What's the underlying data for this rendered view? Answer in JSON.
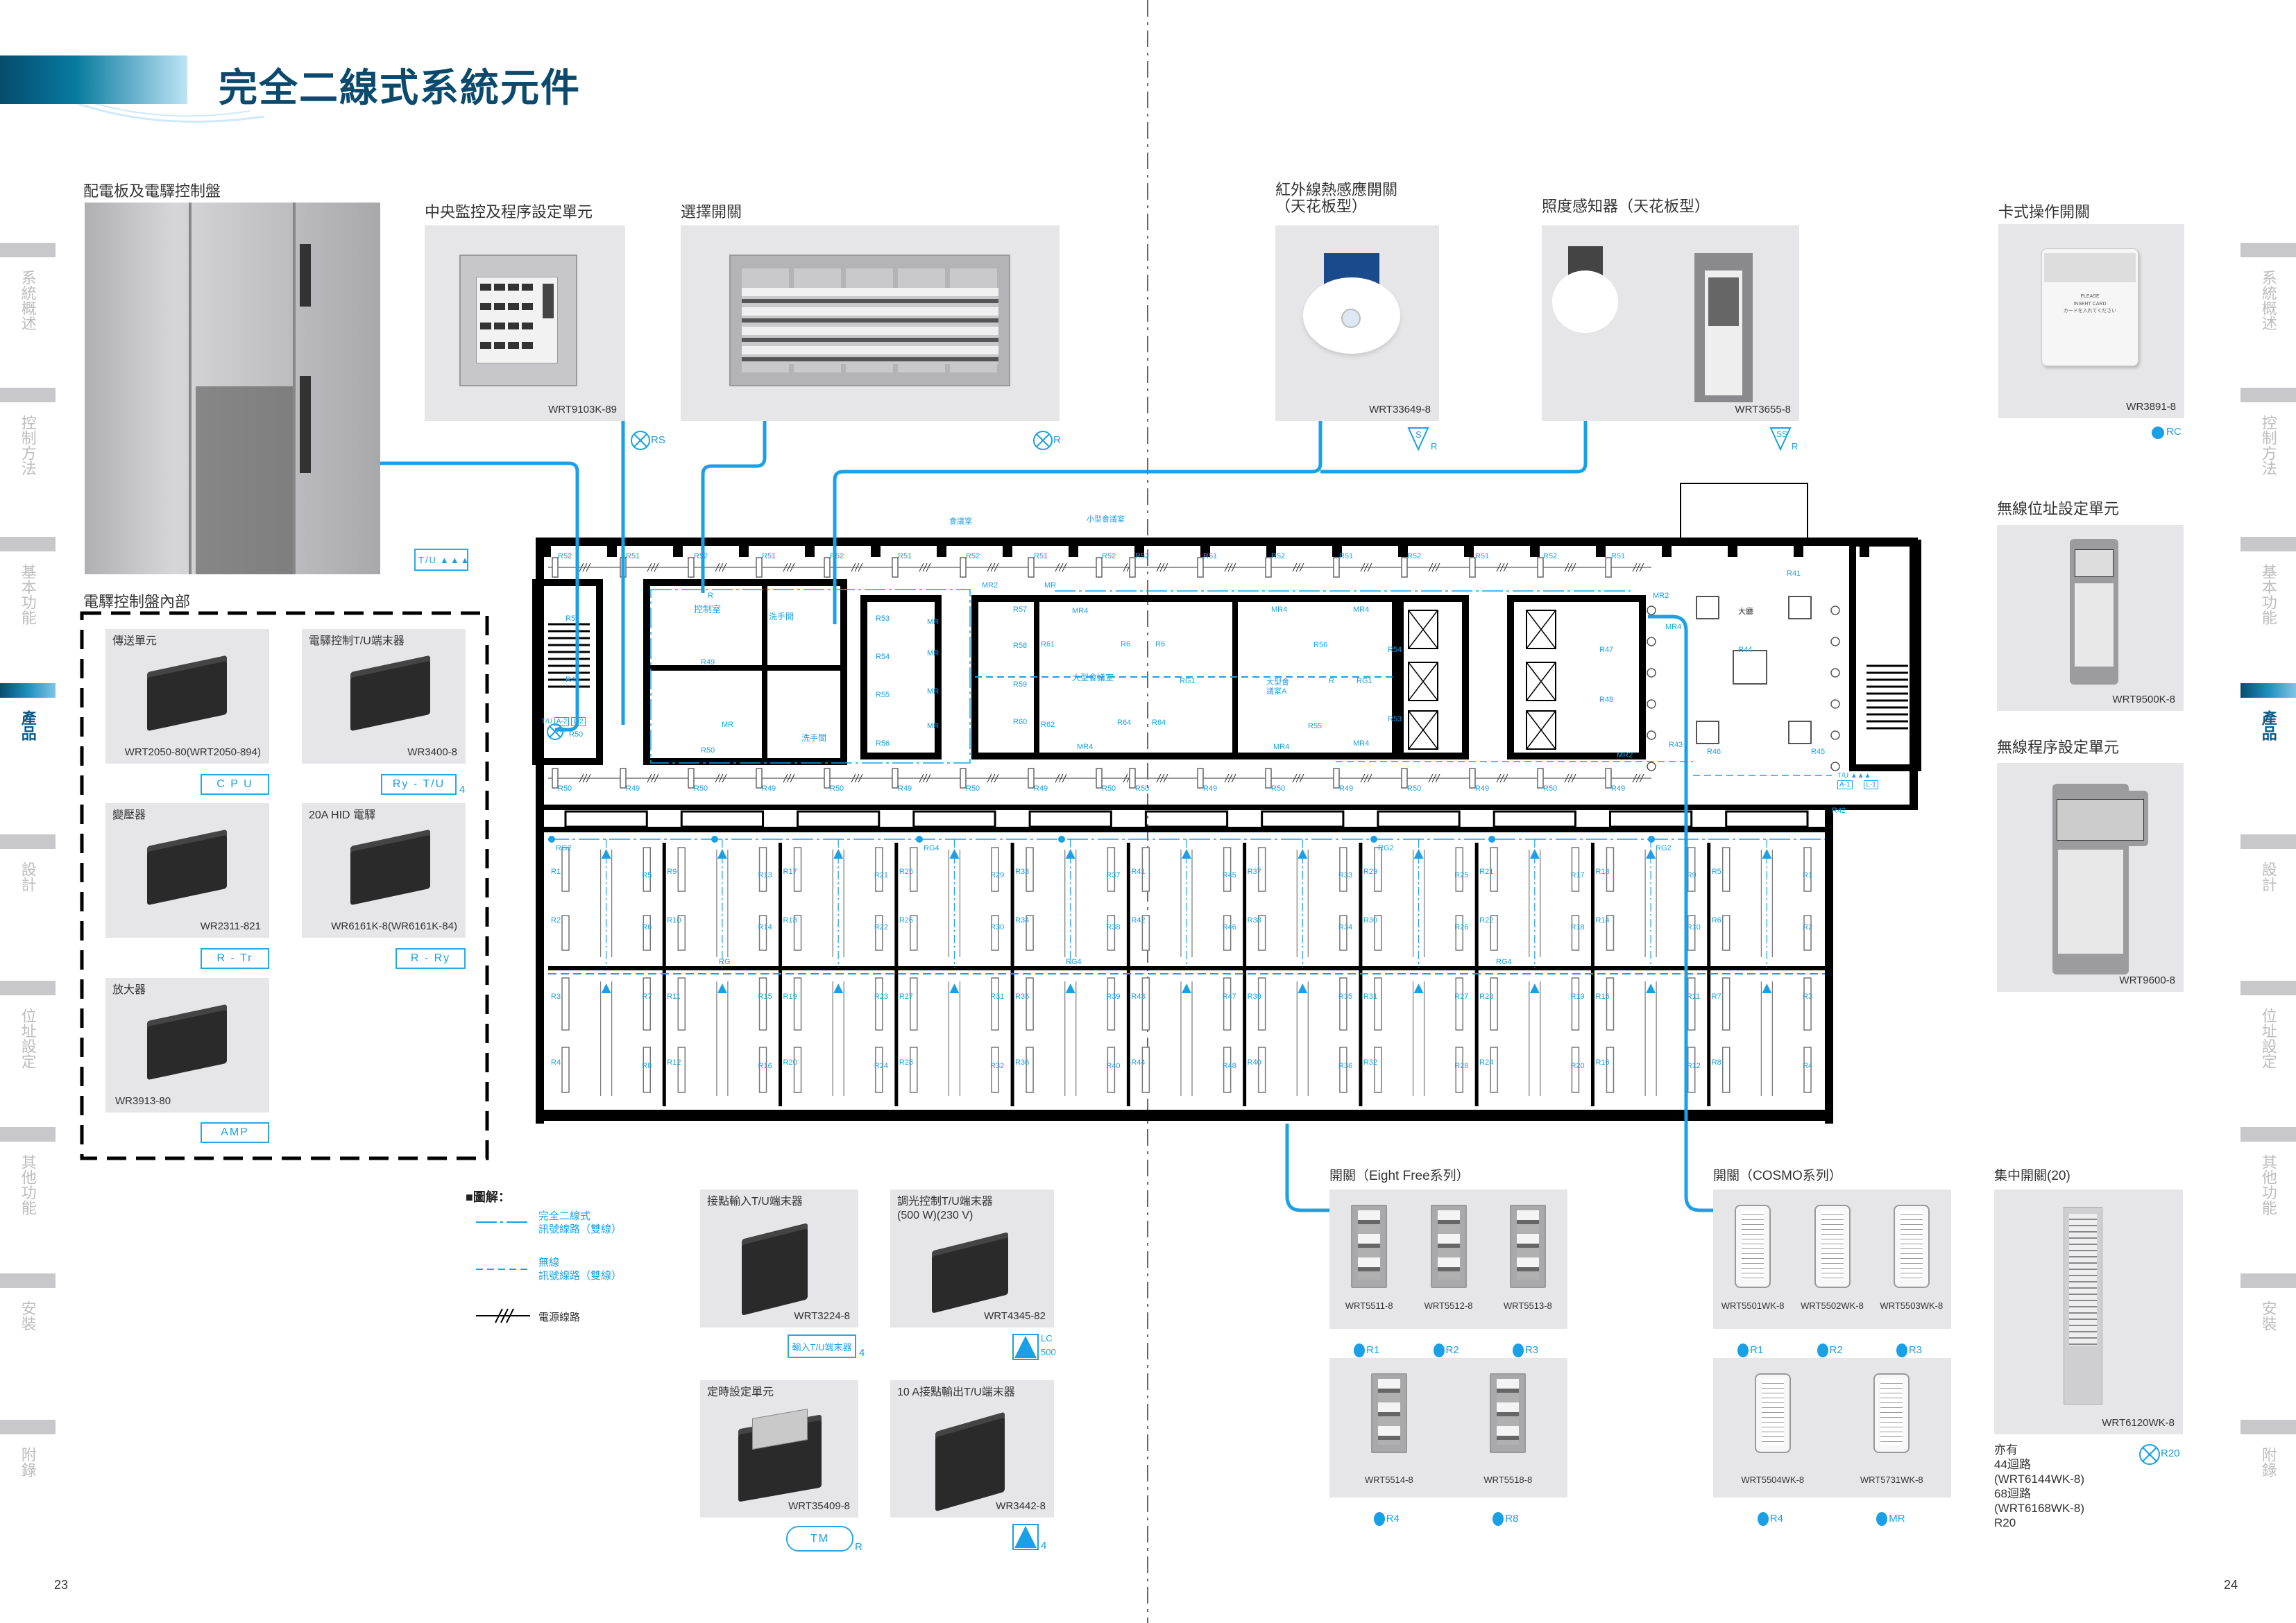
{
  "page": {
    "title": "完全二線式系統元件",
    "page_left": "23",
    "page_right": "24"
  },
  "side_tabs": [
    "系統概述",
    "控制方法",
    "基本功能",
    "產品",
    "設計",
    "位址設定",
    "其他功能",
    "安裝",
    "附錄"
  ],
  "active_tab": "產品",
  "colors": {
    "accent": "#1aa0e6",
    "title": "#0b4a6c",
    "photo_bg": "#e6e6e8"
  },
  "panel": {
    "label": "配電板及電驛控制盤",
    "badge": "T/U"
  },
  "central": {
    "label": "中央監控及程序設定單元",
    "model": "WRT9103K-89",
    "symbol": "RS"
  },
  "selector": {
    "label": "選擇開關",
    "symbol": "R"
  },
  "infrared": {
    "label": "紅外線熱感應開關",
    "label2": "（天花板型）",
    "model": "WRT33649-8",
    "symbol": "S",
    "symbol_sub": "R"
  },
  "lux": {
    "label": "照度感知器（天花板型）",
    "model": "WRT3655-8",
    "symbol": "SS",
    "symbol_sub": "R"
  },
  "card": {
    "label": "卡式操作開關",
    "model": "WR3891-8",
    "symbol": "RC",
    "card_text": [
      "PLEASE",
      "INSERT CARD",
      "カードを入れてください"
    ]
  },
  "wireless_addr": {
    "label": "無線位址設定單元",
    "model": "WRT9500K-8"
  },
  "wireless_prog": {
    "label": "無線程序設定單元",
    "model": "WRT9600-8"
  },
  "relay_panel": {
    "label": "電驛控制盤內部",
    "items": [
      {
        "name": "傳送單元",
        "model": "WRT2050-80(WRT2050-894)",
        "tag": "C P U"
      },
      {
        "name": "電驛控制T/U端末器",
        "model": "WR3400-8",
        "tag": "Ry - T/U",
        "count": "4"
      },
      {
        "name": "變壓器",
        "model": "WR2311-821",
        "tag": "R - Tr"
      },
      {
        "name": "20A HID 電驛",
        "model": "WR6161K-8(WR6161K-84)",
        "tag": "R - Ry"
      },
      {
        "name": "放大器",
        "model": "WR3913-80",
        "tag": "AMP"
      }
    ]
  },
  "legend": {
    "title": "■圖解：",
    "items": [
      {
        "line1": "完全二線式",
        "line2": "訊號線路（雙線）"
      },
      {
        "line1": "無線",
        "line2": "訊號線路（雙線）"
      },
      {
        "line1": "電源線路"
      }
    ]
  },
  "terminals": [
    {
      "name": "接點輸入T/U端末器",
      "model": "WRT3224-8",
      "tag": "輸入T/U端末器",
      "count": "4"
    },
    {
      "name": "調光控制T/U端末器",
      "name2": "(500 W)(230 V)",
      "model": "WRT4345-82",
      "tag1": "LC",
      "tag2": "500"
    },
    {
      "name": "定時設定單元",
      "model": "WRT35409-8",
      "tag": "TM",
      "sub": "R"
    },
    {
      "name": "10 A接點輸出T/U端末器",
      "model": "WR3442-8",
      "count": "4"
    }
  ],
  "eight_free": {
    "label": "開關（Eight Free系列）",
    "row1": [
      {
        "model": "WRT5511-8",
        "tag": "R1"
      },
      {
        "model": "WRT5512-8",
        "tag": "R2"
      },
      {
        "model": "WRT5513-8",
        "tag": "R3"
      }
    ],
    "row2": [
      {
        "model": "WRT5514-8",
        "tag": "R4"
      },
      {
        "model": "WRT5518-8",
        "tag": "R8"
      }
    ]
  },
  "cosmo": {
    "label": "開關（COSMO系列）",
    "row1": [
      {
        "model": "WRT5501WK-8",
        "tag": "R1"
      },
      {
        "model": "WRT5502WK-8",
        "tag": "R2"
      },
      {
        "model": "WRT5503WK-8",
        "tag": "R3"
      }
    ],
    "row2": [
      {
        "model": "WRT5504WK-8",
        "tag": "R4"
      },
      {
        "model": "WRT5731WK-8",
        "tag": "MR"
      }
    ]
  },
  "central_switch": {
    "label": "集中開關(20)",
    "model": "WRT6120WK-8",
    "symbol": "R20",
    "notes": [
      "亦有",
      "44迴路",
      "(WRT6144WK-8)",
      "68迴路",
      "(WRT6168WK-8)",
      "R20"
    ]
  },
  "floorplan": {
    "rooms": {
      "control": "控制室",
      "wc1": "洗手間",
      "wc2": "洗手間",
      "meeting": "會議室",
      "small_meeting": "小型會議室",
      "large_meeting": "大型會議室",
      "large_meeting_a": "大型會議室A",
      "lobby": "大廳"
    },
    "tu_left": {
      "tu": "T/U",
      "a": "A-2",
      "l": "L-2",
      "rs": "RS"
    },
    "tu_right": {
      "tu": "T/U",
      "a": "A-1",
      "l": "L-1"
    },
    "corridor_top": [
      "R52",
      "R51",
      "R52",
      "R51",
      "R52",
      "R51",
      "R52",
      "R51",
      "R52",
      "R52",
      "R51",
      "R52",
      "R51",
      "R52",
      "R51",
      "R52",
      "R51"
    ],
    "corridor_bottom": [
      "R50",
      "R49",
      "R50",
      "R49",
      "R50",
      "R49",
      "R50",
      "R49",
      "R50",
      "R50",
      "R49",
      "R50",
      "R49",
      "R50",
      "R49",
      "R50",
      "R49"
    ],
    "control_labels": [
      "R",
      "R49",
      "R50",
      "MR",
      "R50",
      "R49",
      "R50"
    ],
    "meeting_labels": [
      "R53",
      "R54",
      "R55",
      "R56",
      "MR",
      "MR",
      "MR",
      "MR"
    ],
    "large_labels": [
      "R57",
      "R58",
      "R59",
      "R60",
      "R61",
      "R62",
      "R6",
      "R6",
      "R64",
      "R64",
      "MR4",
      "MR4",
      "MR2",
      "MR",
      "RG1"
    ],
    "large_a_labels": [
      "R56",
      "R54",
      "R55",
      "R53",
      "MR4",
      "MR4",
      "MR4",
      "MR4",
      "RG1",
      "R"
    ],
    "lobby_labels": [
      "R41",
      "R44",
      "R43",
      "R46",
      "R45",
      "R47",
      "R48",
      "MR4",
      "MR2",
      "MR2",
      "R42"
    ],
    "hotel_columns": [
      [
        "R1",
        "R2",
        "R5",
        "R6",
        "R3",
        "R4",
        "R7",
        "R8"
      ],
      [
        "R9",
        "R10",
        "R13",
        "R14",
        "R11",
        "R12",
        "R15",
        "R16"
      ],
      [
        "R17",
        "R18",
        "R21",
        "R22",
        "R19",
        "R20",
        "R23",
        "R24"
      ],
      [
        "R25",
        "R26",
        "R29",
        "R30",
        "R27",
        "R28",
        "R31",
        "R32"
      ],
      [
        "R33",
        "R34",
        "R37",
        "R38",
        "R35",
        "R36",
        "R39",
        "R40"
      ],
      [
        "R41",
        "R42",
        "R45",
        "R46",
        "R43",
        "R44",
        "R47",
        "R48"
      ],
      [
        "R37",
        "R38",
        "R33",
        "R34",
        "R39",
        "R40",
        "R35",
        "R36"
      ],
      [
        "R29",
        "R30",
        "R25",
        "R26",
        "R31",
        "R32",
        "R27",
        "R28"
      ],
      [
        "R21",
        "R22",
        "R17",
        "R18",
        "R23",
        "R24",
        "R19",
        "R20"
      ],
      [
        "R13",
        "R14",
        "R9",
        "R10",
        "R15",
        "R16",
        "R11",
        "R12"
      ],
      [
        "R5",
        "R6",
        "R1",
        "R2",
        "R7",
        "R8",
        "R3",
        "R4"
      ]
    ],
    "hotel_group_labels": [
      "RG2",
      "RG",
      "RG4",
      "RG4",
      "RG2",
      "RG4",
      "RG2"
    ]
  }
}
